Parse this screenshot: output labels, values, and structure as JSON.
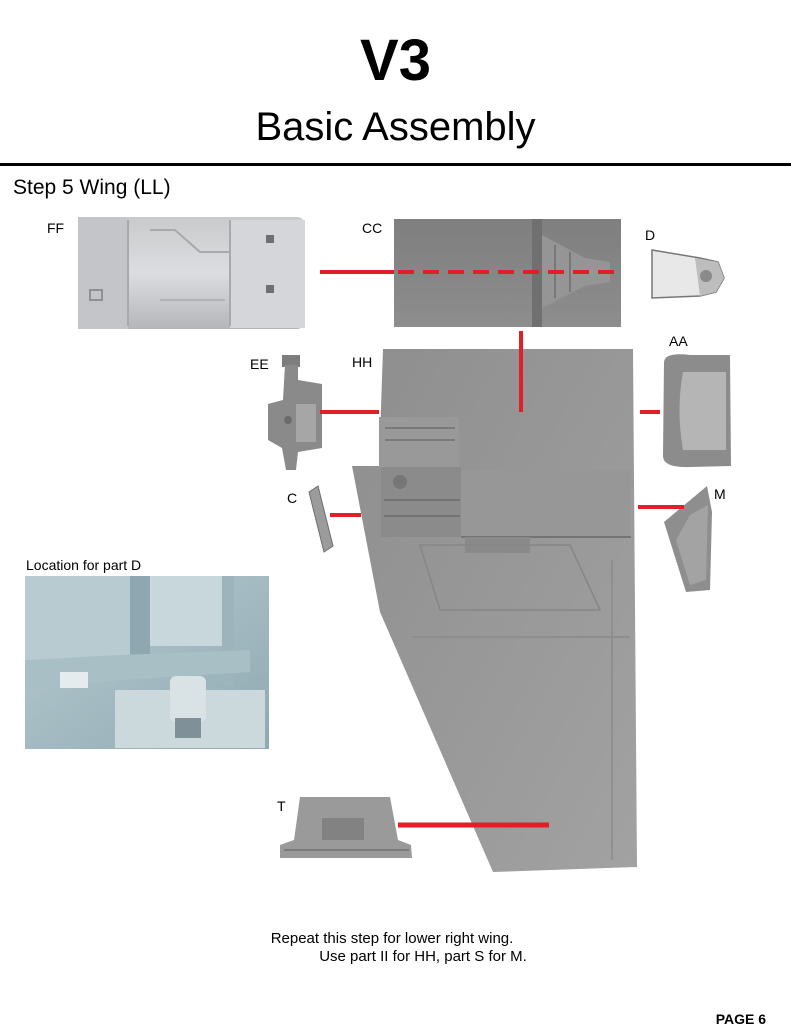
{
  "header": {
    "title": "V3",
    "subtitle": "Basic Assembly"
  },
  "step": {
    "title": "Step 5 Wing (LL)"
  },
  "parts": {
    "ff": "FF",
    "cc": "CC",
    "d": "D",
    "aa": "AA",
    "ee": "EE",
    "hh": "HH",
    "c": "C",
    "m": "M",
    "t": "T"
  },
  "inset": {
    "label": "Location for part D"
  },
  "footer": {
    "line1": "Repeat this step for lower right wing.",
    "line2": "Use part II for HH, part S for M.",
    "page": "PAGE 6"
  },
  "colors": {
    "guide_line": "#e01f26",
    "part_grey": "#9a9a9a",
    "inset_blue": "#a9c3cc"
  }
}
